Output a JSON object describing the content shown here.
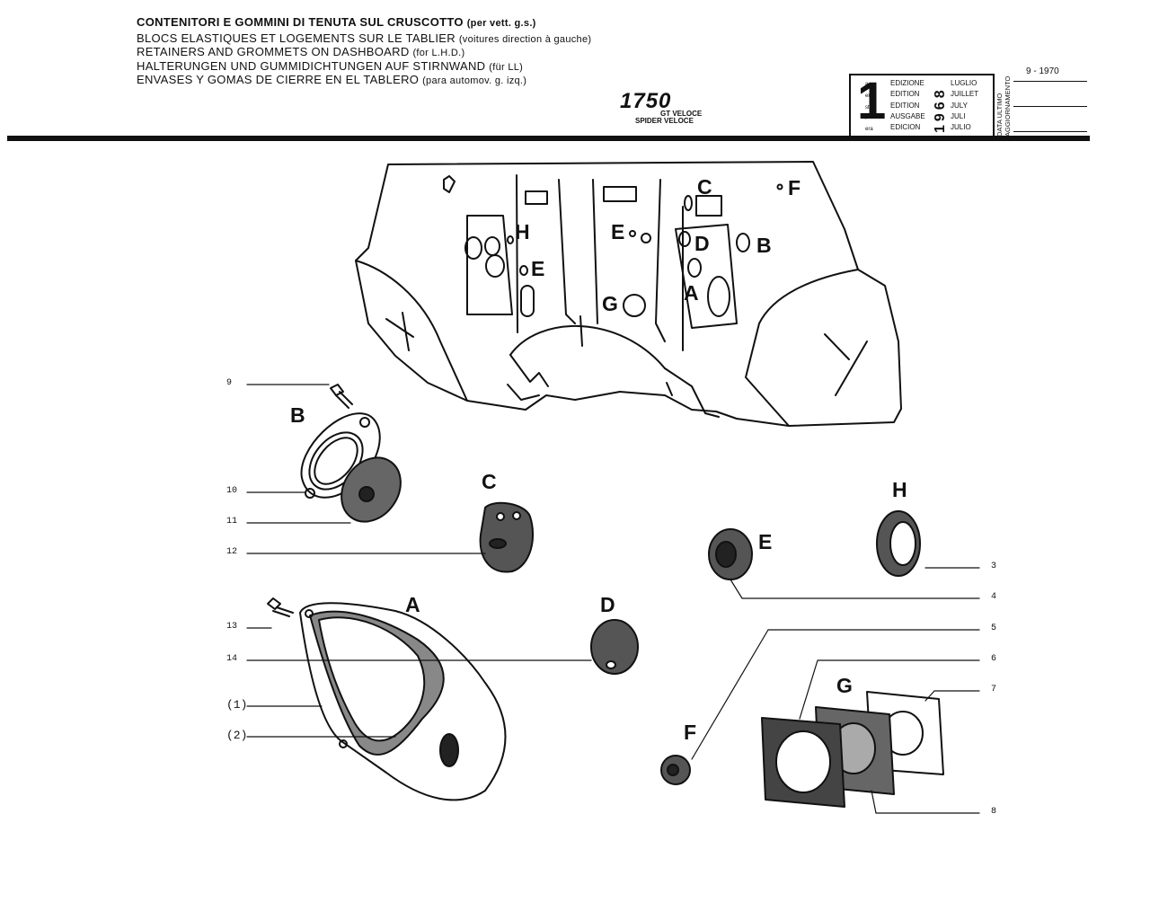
{
  "header": {
    "titles": [
      {
        "main": "CONTENITORI E GOMMINI DI TENUTA SUL CRUSCOTTO",
        "note": "(per vett. g.s.)"
      },
      {
        "main": "BLOCS ELASTIQUES ET LOGEMENTS SUR LE TABLIER",
        "note": "(voitures direction à gauche)"
      },
      {
        "main": "RETAINERS AND GROMMETS ON DASHBOARD",
        "note": "(for L.H.D.)"
      },
      {
        "main": "HALTERUNGEN UND GUMMIDICHTUNGEN AUF STIRNWAND",
        "note": "(für LL)"
      },
      {
        "main": "ENVASES Y GOMAS DE CIERRE EN EL TABLERO",
        "note": "(para automov. g. izq.)"
      }
    ],
    "model": "1750",
    "variants": [
      "GT VELOCE",
      "SPIDER VELOCE"
    ]
  },
  "edition_box": {
    "number": "1",
    "suffixes": [
      "a",
      "ere",
      "st",
      ".",
      "era"
    ],
    "words": [
      "EDIZIONE",
      "EDITION",
      "EDITION",
      "AUSGABE",
      "EDICION"
    ],
    "year": "1968",
    "months": [
      "LUGLIO",
      "JUILLET",
      "JULY",
      "JULI",
      "JULIO"
    ]
  },
  "update": {
    "label_lines": [
      "DATA ULTIMO",
      "AGGIORNAMENTO"
    ],
    "date": "9 - 1970"
  },
  "dashboard_labels": {
    "H": "H",
    "E1": "E",
    "E2": "E",
    "C": "C",
    "F": "F",
    "D": "D",
    "B": "B",
    "A": "A",
    "G": "G"
  },
  "part_letters": {
    "B": "B",
    "C": "C",
    "A": "A",
    "D": "D",
    "E": "E",
    "H": "H",
    "F": "F",
    "G": "G"
  },
  "callouts": {
    "n9": "9",
    "n10": "10",
    "n11": "11",
    "n12": "12",
    "n13": "13",
    "n14": "14",
    "p1": "(1)",
    "p2": "(2)",
    "n3": "3",
    "n4": "4",
    "n5": "5",
    "n6": "6",
    "n7": "7",
    "n8": "8"
  }
}
